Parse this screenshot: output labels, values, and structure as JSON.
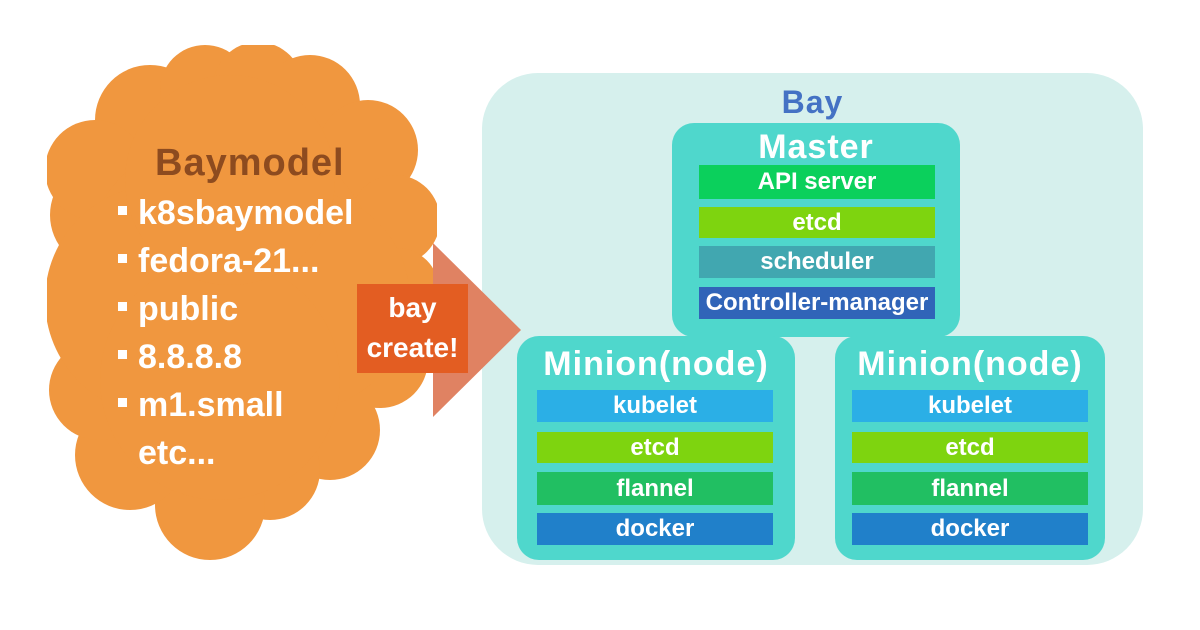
{
  "colors": {
    "cloud": "#F0973F",
    "cloud-title": "#8D4B1F",
    "arrow-body": "#E08262",
    "arrow-box": "#E35D22",
    "bay-bg": "#D6F0ED",
    "bay-title": "#4472C4",
    "node-box": "#4FD7CC"
  },
  "baymodel": {
    "title": "Baymodel",
    "items": [
      "k8sbaymodel",
      "fedora-21...",
      "public",
      "8.8.8.8",
      "m1.small"
    ],
    "trailing_item": "etc..."
  },
  "arrow": {
    "line1": "bay",
    "line2": "create!"
  },
  "bay": {
    "title": "Bay",
    "master": {
      "title": "Master",
      "components": [
        {
          "label": "API server",
          "color": "#0BD05C"
        },
        {
          "label": "etcd",
          "color": "#7ED40F"
        },
        {
          "label": "scheduler",
          "color": "#41A7B0"
        },
        {
          "label": "Controller-manager",
          "color": "#3064B8"
        }
      ]
    },
    "minions": [
      {
        "title": "Minion(node)",
        "components": [
          {
            "label": "kubelet",
            "color": "#2BAFE6"
          },
          {
            "label": "etcd",
            "color": "#7ED40F"
          },
          {
            "label": "flannel",
            "color": "#21BF62"
          },
          {
            "label": "docker",
            "color": "#2080CA"
          }
        ]
      },
      {
        "title": "Minion(node)",
        "components": [
          {
            "label": "kubelet",
            "color": "#2BAFE6"
          },
          {
            "label": "etcd",
            "color": "#7ED40F"
          },
          {
            "label": "flannel",
            "color": "#21BF62"
          },
          {
            "label": "docker",
            "color": "#2080CA"
          }
        ]
      }
    ]
  }
}
